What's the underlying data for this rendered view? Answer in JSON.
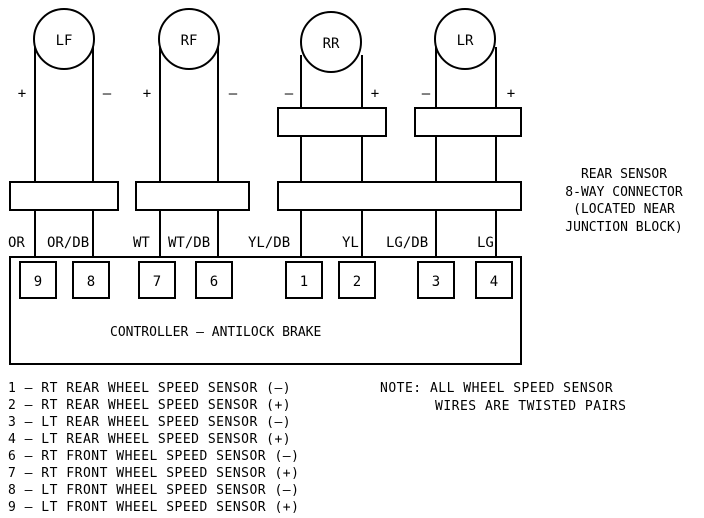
{
  "sensors": [
    {
      "id": "lf",
      "label": "LF",
      "left_sign": "+",
      "right_sign": "–"
    },
    {
      "id": "rf",
      "label": "RF",
      "left_sign": "+",
      "right_sign": "–"
    },
    {
      "id": "rr",
      "label": "RR",
      "left_sign": "–",
      "right_sign": "+"
    },
    {
      "id": "lr",
      "label": "LR",
      "left_sign": "–",
      "right_sign": "+"
    }
  ],
  "wire_labels": {
    "or": "OR",
    "or_db": "OR/DB",
    "wt": "WT",
    "wt_db": "WT/DB",
    "yl_db": "YL/DB",
    "yl": "YL",
    "lg_db": "LG/DB",
    "lg": "LG"
  },
  "pins": [
    "9",
    "8",
    "7",
    "6",
    "1",
    "2",
    "3",
    "4"
  ],
  "controller_label": "CONTROLLER – ANTILOCK BRAKE",
  "connector_note": [
    "REAR SENSOR",
    "8-WAY CONNECTOR",
    "(LOCATED NEAR",
    "JUNCTION BLOCK)"
  ],
  "legend": [
    "1 – RT REAR WHEEL SPEED SENSOR (–)",
    "2 – RT REAR WHEEL SPEED SENSOR (+)",
    "3 – LT REAR WHEEL SPEED SENSOR (–)",
    "4 – LT REAR WHEEL SPEED SENSOR (+)",
    "6 – RT FRONT WHEEL SPEED SENSOR (–)",
    "7 – RT FRONT WHEEL SPEED SENSOR (+)",
    "8 – LT FRONT WHEEL SPEED SENSOR (–)",
    "9 – LT FRONT WHEEL SPEED SENSOR (+)"
  ],
  "note": [
    "NOTE: ALL WHEEL SPEED SENSOR",
    "WIRES ARE TWISTED PAIRS"
  ]
}
